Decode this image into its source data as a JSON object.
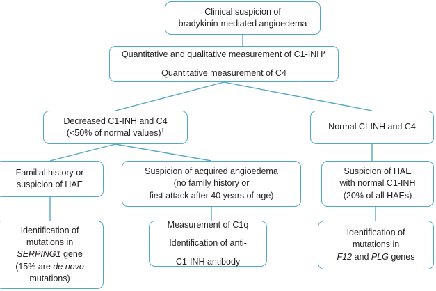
{
  "diagram": {
    "title": "Diagnostic algorithm for bradykinin-mediated angioedema",
    "type": "flowchart",
    "accent_color": "#54a8c7",
    "text_color": "#231f20",
    "background": "#ffffff",
    "nodes": {
      "root": {
        "id": "root",
        "lines": [
          "Clinical suspicion of",
          "bradykinin-mediated angioedema"
        ]
      },
      "measure": {
        "id": "measure",
        "lines": [
          "Quantitative and qualitative measurement of C1-INH*",
          "Quantitative measurement of C4"
        ],
        "footnote_marker": "*"
      },
      "decreased": {
        "id": "decreased",
        "line1": "Decreased C1-INH and C4",
        "line2_a": "(<50% of normal values)",
        "line2_marker": "†"
      },
      "normal": {
        "id": "normal",
        "lines": [
          "Normal CI-INH and C4"
        ]
      },
      "familial": {
        "id": "familial",
        "lines": [
          "Familial history or",
          "suspicion of HAE"
        ]
      },
      "acquired": {
        "id": "acquired",
        "lines": [
          "Suspicion of acquired angioedema",
          "(no family history or",
          "first attack after 40 years of age)"
        ]
      },
      "hae_normal": {
        "id": "hae_normal",
        "lines": [
          "Suspicion of HAE",
          "with normal C1-INH",
          "(20% of all HAEs)"
        ]
      },
      "serping": {
        "id": "serping",
        "line1": "Identification of",
        "line2": "mutations in",
        "line3_gene": "SERPING1",
        "line3_rest": " gene",
        "line4_pre": "(15% are ",
        "line4_it": "de novo",
        "line5": "mutations)"
      },
      "c1q": {
        "id": "c1q",
        "line1": "Measurement of C1q",
        "line2": "Identification of anti-",
        "line3": "C1-INH antibody"
      },
      "f12": {
        "id": "f12",
        "line1": "Identification of",
        "line2": "mutations in",
        "line3_gene_a": "F12",
        "line3_mid": " and ",
        "line3_gene_b": "PLG",
        "line3_rest": " genes"
      }
    },
    "edges": [
      {
        "from": "root",
        "to": "measure",
        "style": "vertical"
      },
      {
        "from": "measure",
        "to": "decreased",
        "style": "diagonal"
      },
      {
        "from": "measure",
        "to": "normal",
        "style": "diagonal"
      },
      {
        "from": "decreased",
        "to": "familial",
        "style": "diagonal"
      },
      {
        "from": "decreased",
        "to": "acquired",
        "style": "diagonal"
      },
      {
        "from": "normal",
        "to": "hae_normal",
        "style": "vertical"
      },
      {
        "from": "familial",
        "to": "serping",
        "style": "vertical"
      },
      {
        "from": "acquired",
        "to": "c1q",
        "style": "vertical"
      },
      {
        "from": "hae_normal",
        "to": "f12",
        "style": "vertical"
      }
    ]
  }
}
